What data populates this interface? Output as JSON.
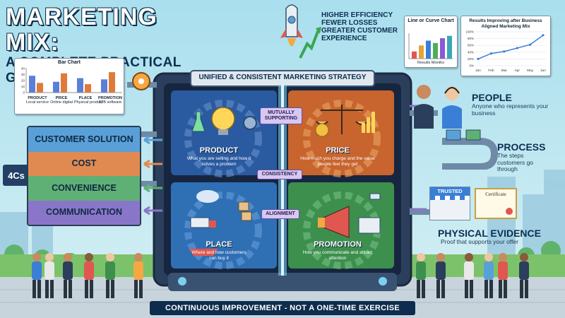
{
  "title": {
    "main": "MARKETING MIX:",
    "subtitle": "A COMPLETE PRACTICAL GUIDE"
  },
  "benefits": [
    "HIGHER EFFICIENCY",
    "FEWER LOSSES",
    "GREATER CUSTOMER",
    "EXPERIENCE"
  ],
  "top_banner": "UNIFIED & CONSISTENT MARKETING STRATEGY",
  "bottom_banner": "CONTINUOUS IMPROVEMENT - NOT A ONE-TIME EXERCISE",
  "connectors": [
    "MUTUALLY SUPPORTING",
    "CONSISTENCY",
    "ALIGNMENT"
  ],
  "quadrants": [
    {
      "name": "PRODUCT",
      "desc": "What you are selling and how it solves a problem"
    },
    {
      "name": "PRICE",
      "desc": "How much you charge and the value people feel they get"
    },
    {
      "name": "PLACE",
      "desc": "Where and how customers can buy it"
    },
    {
      "name": "PROMOTION",
      "desc": "How you communicate and attract attention"
    }
  ],
  "fourcs": {
    "badge": "4Cs",
    "items": [
      "CUSTOMER SOLUTION",
      "COST",
      "CONVENIENCE",
      "COMMUNICATION"
    ],
    "colors": [
      "#5aa0d8",
      "#e08a52",
      "#5fb075",
      "#8a76c9"
    ]
  },
  "people": {
    "title": "PEOPLE",
    "desc": "Anyone who represents your business"
  },
  "process": {
    "title": "PROCESS",
    "desc": "The steps customers go through"
  },
  "physical": {
    "title": "PHYSICAL EVIDENCE",
    "desc": "Proof that supports your offer"
  },
  "signs": {
    "trusted": "TRUSTED",
    "certificate": "Certificate"
  },
  "bar_chart": {
    "title": "Bar Chart",
    "labels": [
      {
        "name": "PRODUCT",
        "sub": "Local service"
      },
      {
        "name": "PRICE",
        "sub": "Online digital"
      },
      {
        "name": "PLACE",
        "sub": "Physical product"
      },
      {
        "name": "PROMOTION",
        "sub": "B2B software"
      }
    ]
  },
  "line_chart": {
    "title": "Line or Curve Chart",
    "footer": [
      "Results",
      "Months"
    ]
  },
  "results_chart": {
    "title": "Results Improving after Business Aligned Marketing Mix",
    "x": [
      "Jan",
      "Feb",
      "Mar",
      "Apr",
      "May",
      "Jun"
    ],
    "y_ticks": [
      "100%",
      "80%",
      "60%",
      "40%",
      "20%",
      "0%"
    ]
  },
  "chart_data": [
    {
      "type": "bar",
      "title": "Bar Chart",
      "categories": [
        "PRODUCT",
        "PRICE",
        "PLACE",
        "PROMOTION"
      ],
      "y_ticks": [
        "40",
        "30",
        "20",
        "10",
        "0"
      ],
      "series": [
        {
          "values": [
            28,
            18,
            24,
            22
          ]
        },
        {
          "values": [
            16,
            32,
            14,
            34
          ]
        }
      ],
      "colors": [
        "#5b7fd6",
        "#e07a3a"
      ],
      "ylim": [
        0,
        40
      ]
    },
    {
      "type": "bar",
      "title": "Line or Curve Chart",
      "categories": [
        "1",
        "2",
        "3",
        "4",
        "5",
        "6"
      ],
      "values": [
        12,
        22,
        30,
        26,
        34,
        38
      ],
      "colors": [
        "#e0574f",
        "#e8a23a",
        "#3a7fd6",
        "#4fae5a",
        "#8a5ad6",
        "#3aa6b8"
      ],
      "ylim": [
        0,
        40
      ]
    },
    {
      "type": "line",
      "title": "Results Improving after Business Aligned Marketing Mix",
      "x": [
        "Jan",
        "Feb",
        "Mar",
        "Apr",
        "May",
        "Jun"
      ],
      "y": [
        20,
        36,
        42,
        52,
        62,
        90
      ],
      "ylim": [
        0,
        100
      ],
      "color": "#3a7fd6"
    }
  ]
}
